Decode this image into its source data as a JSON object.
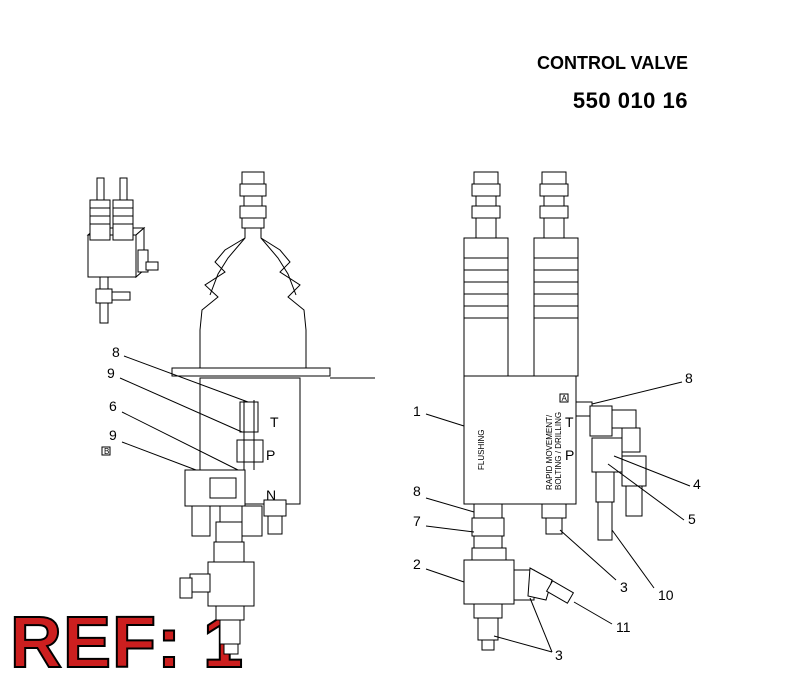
{
  "header": {
    "title": "CONTROL VALVE",
    "part_number": "550 010 16"
  },
  "ref_label": "REF: 1",
  "callouts_left": [
    "8",
    "9",
    "6",
    "9"
  ],
  "callouts_right": [
    "1",
    "8",
    "7",
    "2",
    "3",
    "8",
    "4",
    "5",
    "3",
    "10",
    "11"
  ],
  "port_labels": {
    "t": "T",
    "p": "P",
    "a": "A",
    "b": "B",
    "n": "N"
  },
  "valve_text": {
    "flushing": "FLUSHING",
    "line1": "RAPID MOVEMENT/",
    "line2": "BOLTING / DRILLING"
  }
}
